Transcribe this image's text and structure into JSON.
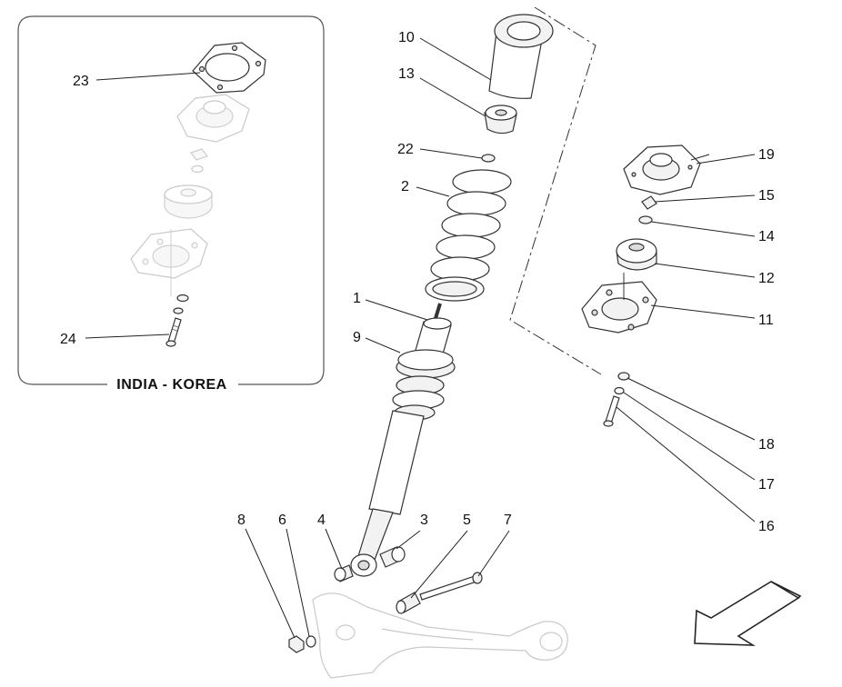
{
  "inset": {
    "title": "INDIA - KOREA"
  },
  "callouts": {
    "c1": "1",
    "c2": "2",
    "c3": "3",
    "c4": "4",
    "c5": "5",
    "c6": "6",
    "c7": "7",
    "c8": "8",
    "c9": "9",
    "c10": "10",
    "c11": "11",
    "c12": "12",
    "c13": "13",
    "c14": "14",
    "c15": "15",
    "c16": "16",
    "c17": "17",
    "c18": "18",
    "c19": "19",
    "c22": "22",
    "c23": "23",
    "c24": "24"
  },
  "icons": {
    "direction": "direction-arrow-icon"
  }
}
